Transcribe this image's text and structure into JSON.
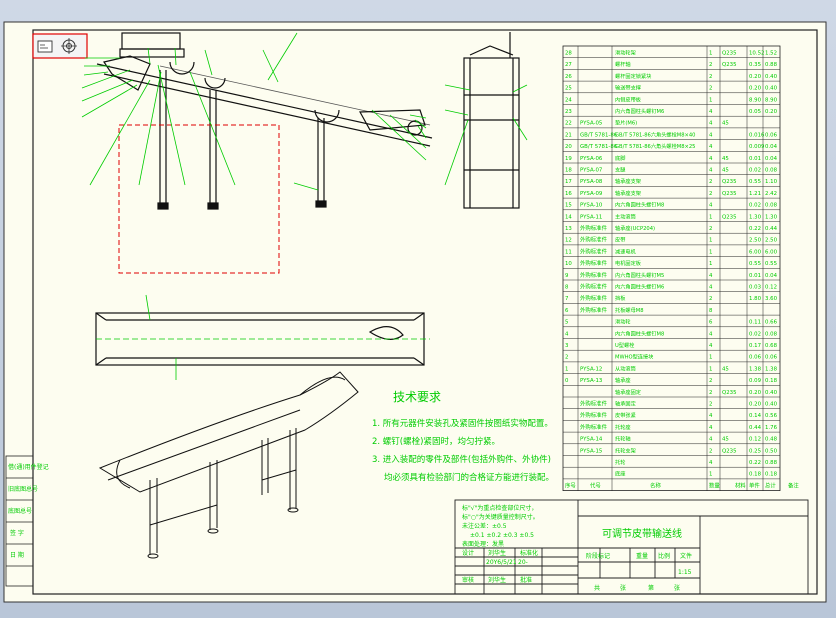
{
  "toolbar": {
    "zoom_icon": "zoom-area-icon",
    "view_icon": "view-orientation-icon"
  },
  "left_strip": [
    "借(通)用件登记",
    "旧底图总号",
    "底图总号",
    "签 字",
    "日 期"
  ],
  "tech_requirements": {
    "title": "技术要求",
    "items": [
      "1. 所有元器件安装孔及紧固件按图纸实物配置。",
      "2. 螺钉(螺栓)紧固时，均匀拧紧。",
      "3. 进入装配的零件及部件(包括外购件、外协件)",
      "均必须具有检验部门的合格证方能进行装配。"
    ]
  },
  "notes": [
    "标\"√\"为重点检查部位尺寸，",
    "标\"○\"为关键质量控制尺寸。",
    "未注公差：±0.5",
    "±0.1  ±0.2  ±0.3  ±0.5",
    "表面处理：发黑"
  ],
  "title_block": {
    "title": "可调节皮带输送线",
    "row1": [
      "设计",
      "刘华生",
      "",
      "标准化"
    ],
    "row2": [
      "20Y6/5/21",
      "20-"
    ],
    "row3": [
      "审核",
      "刘华生",
      "批准"
    ],
    "stage_labels": [
      "阶段标记",
      "重量",
      "比例",
      "文件"
    ],
    "scale": "1:15",
    "page": [
      "共",
      "张",
      "第",
      "张"
    ]
  },
  "bom": {
    "footer": [
      "序号",
      "代号",
      "名称",
      "数量",
      "材料",
      "单件",
      "总计",
      "备注"
    ],
    "rows": [
      [
        "28",
        "",
        "滑动轮架",
        "1",
        "Q235",
        "10.52",
        "1.52"
      ],
      [
        "27",
        "",
        "螺杆轴",
        "2",
        "Q235",
        "0.35",
        "0.88"
      ],
      [
        "26",
        "",
        "螺杆固定锁紧块",
        "2",
        "",
        "0.20",
        "0.40"
      ],
      [
        "25",
        "",
        "输送带支撑",
        "2",
        "",
        "0.20",
        "0.40"
      ],
      [
        "24",
        "",
        "内侧皮带板",
        "1",
        "",
        "8.90",
        "8.90"
      ],
      [
        "23",
        "",
        "内六角圆柱头螺钉M6",
        "4",
        "",
        "0.05",
        "0.20"
      ],
      [
        "22",
        "PYSA-05",
        "垫片(M6)",
        "4",
        "45",
        "",
        ""
      ],
      [
        "21",
        "GB/T 5781-86",
        "GB/T 5781-86六角头螺栓M8×40",
        "4",
        "",
        "0.016",
        "0.06"
      ],
      [
        "20",
        "GB/T 5781-86",
        "GB/T 5781-86六角头螺栓M8×25",
        "4",
        "",
        "0.009",
        "0.04"
      ],
      [
        "19",
        "PYSA-06",
        "底脚",
        "4",
        "45",
        "0.01",
        "0.04"
      ],
      [
        "18",
        "PYSA-07",
        "支腿",
        "4",
        "45",
        "0.02",
        "0.08"
      ],
      [
        "17",
        "PYSA-08",
        "轴承座支架",
        "2",
        "Q235",
        "0.55",
        "1.10"
      ],
      [
        "16",
        "PYSA-09",
        "轴承座支架",
        "2",
        "Q235",
        "1.21",
        "2.42"
      ],
      [
        "15",
        "PYSA-10",
        "内六角圆柱头螺钉M8",
        "4",
        "",
        "0.02",
        "0.08"
      ],
      [
        "14",
        "PYSA-11",
        "主动滚筒",
        "1",
        "Q235",
        "1.30",
        "1.30"
      ],
      [
        "13",
        "外购标准件",
        "轴承座(UCP204)",
        "2",
        "",
        "0.22",
        "0.44"
      ],
      [
        "12",
        "外购标准件",
        "皮带",
        "1",
        "",
        "2.50",
        "2.50"
      ],
      [
        "11",
        "外购标准件",
        "减速电机",
        "1",
        "",
        "6.00",
        "6.00"
      ],
      [
        "10",
        "外购标准件",
        "电机固定板",
        "1",
        "",
        "0.55",
        "0.55"
      ],
      [
        "9",
        "外购标准件",
        "内六角圆柱头螺钉M5",
        "4",
        "",
        "0.01",
        "0.04"
      ],
      [
        "8",
        "外购标准件",
        "内六角圆柱头螺钉M6",
        "4",
        "",
        "0.03",
        "0.12"
      ],
      [
        "7",
        "外购标准件",
        "挡板",
        "2",
        "",
        "1.80",
        "3.60"
      ],
      [
        "6",
        "外购标准件",
        "托板螺母M8",
        "8",
        "",
        "",
        ""
      ],
      [
        "5",
        "",
        "滑动轮",
        "6",
        "",
        "0.11",
        "0.66"
      ],
      [
        "4",
        "",
        "内六角圆柱头螺钉M8",
        "4",
        "",
        "0.02",
        "0.08"
      ],
      [
        "3",
        "",
        "U型螺栓",
        "4",
        "",
        "0.17",
        "0.68"
      ],
      [
        "2",
        "",
        "MWHO型连接块",
        "1",
        "",
        "0.06",
        "0.06"
      ],
      [
        "1",
        "PYSA-12",
        "从动滚筒",
        "1",
        "45",
        "1.38",
        "1.38"
      ],
      [
        "0",
        "PYSA-13",
        "轴承座",
        "2",
        "",
        "0.09",
        "0.18"
      ],
      [
        "",
        "",
        "轴承座固定",
        "2",
        "Q235",
        "0.20",
        "0.40"
      ],
      [
        "",
        "外购标准件",
        "轴承固定",
        "2",
        "",
        "0.20",
        "0.40"
      ],
      [
        "",
        "外购标准件",
        "皮带张紧",
        "4",
        "",
        "0.14",
        "0.56"
      ],
      [
        "",
        "外购标准件",
        "托轮座",
        "4",
        "",
        "0.44",
        "1.76"
      ],
      [
        "",
        "PYSA-14",
        "托轮轴",
        "4",
        "45",
        "0.12",
        "0.48"
      ],
      [
        "",
        "PYSA-15",
        "托轮支架",
        "2",
        "Q235",
        "0.25",
        "0.50"
      ],
      [
        "",
        "",
        "托轮",
        "4",
        "",
        "0.22",
        "0.88"
      ],
      [
        "",
        "",
        "底座",
        "1",
        "",
        "0.18",
        "0.18"
      ]
    ]
  }
}
